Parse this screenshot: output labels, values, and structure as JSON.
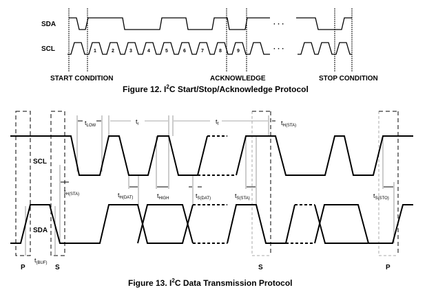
{
  "figure12": {
    "caption_pre": "Figure 12.  I",
    "caption_sup": "2",
    "caption_post": "C Start/Stop/Acknowledge Protocol",
    "signals": [
      "SDA",
      "SCL"
    ],
    "bit_labels": [
      "1",
      "2",
      "3",
      "4",
      "5",
      "6",
      "7",
      "8",
      "9"
    ],
    "ellipsis": "· · ·",
    "conditions": [
      "START CONDITION",
      "ACKNOWLEDGE",
      "STOP CONDITION"
    ]
  },
  "figure13": {
    "caption_pre": "Figure 13.  I",
    "caption_sup": "2",
    "caption_post": "C Data Transmission Protocol",
    "signals": [
      "SCL",
      "SDA"
    ],
    "markers": [
      "P",
      "S",
      "S",
      "P"
    ],
    "timings": [
      {
        "t": "t",
        "sub": "LOW"
      },
      {
        "t": "t",
        "sub": "r"
      },
      {
        "t": "t",
        "sub": "f"
      },
      {
        "t": "t",
        "sub": "H(STA)"
      },
      {
        "t": "t",
        "sub": "H(STA)"
      },
      {
        "t": "t",
        "sub": "H(DAT)"
      },
      {
        "t": "t",
        "sub": "HIGH"
      },
      {
        "t": "t",
        "sub": "S(DAT)"
      },
      {
        "t": "t",
        "sub": "S(STA)"
      },
      {
        "t": "t",
        "sub": "S(STO)"
      },
      {
        "t": "t",
        "sub": "(BUF)"
      }
    ]
  }
}
